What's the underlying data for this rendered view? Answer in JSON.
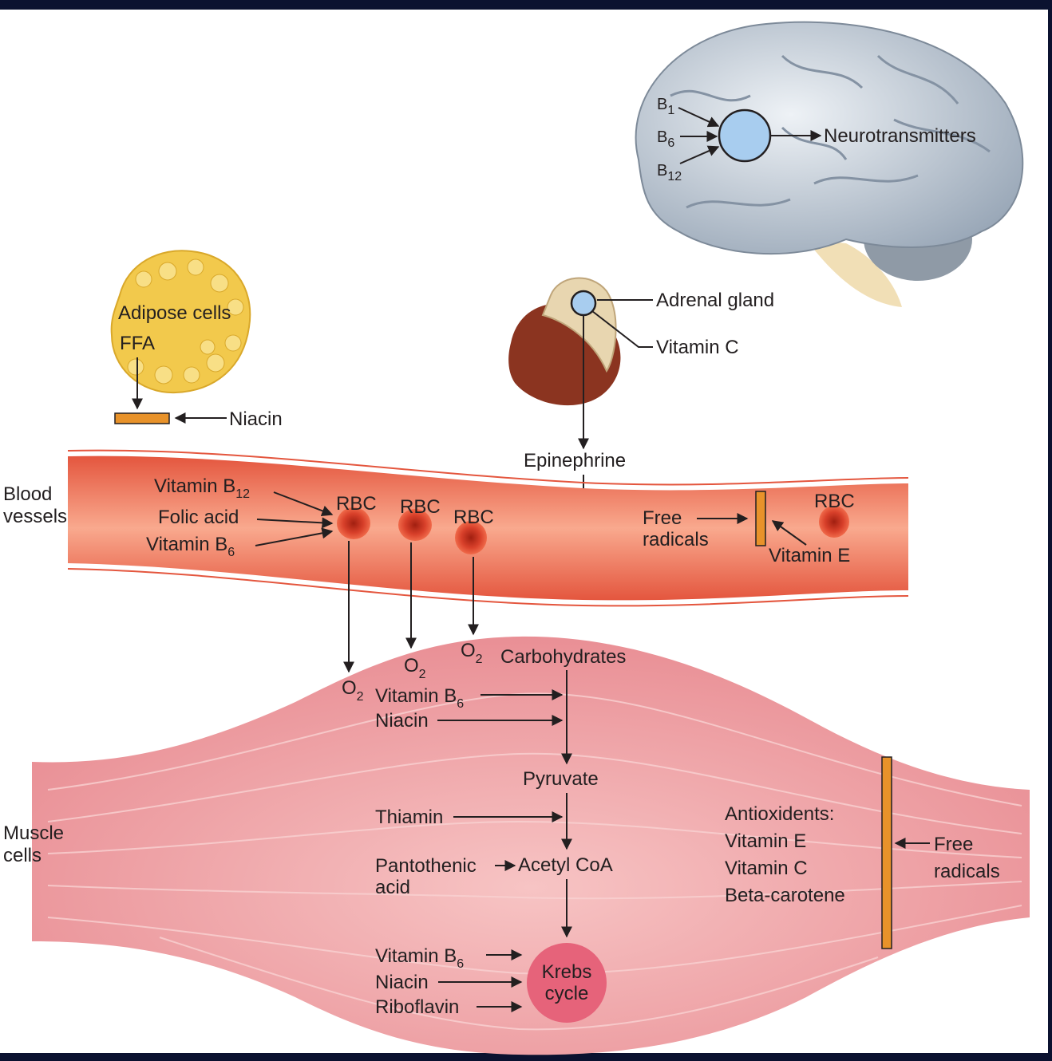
{
  "brain": {
    "vitamins": [
      {
        "base": "B",
        "sub": "1"
      },
      {
        "base": "B",
        "sub": "6"
      },
      {
        "base": "B",
        "sub": "12"
      }
    ],
    "output": "Neurotransmitters"
  },
  "adipose": {
    "title": "Adipose cells",
    "ffa": "FFA",
    "inhibitor": "Niacin"
  },
  "adrenal": {
    "gland": "Adrenal gland",
    "vitamin": "Vitamin C",
    "hormone": "Epinephrine"
  },
  "blood": {
    "side_label_1": "Blood",
    "side_label_2": "vessels",
    "vit_b12": {
      "base": "Vitamin B",
      "sub": "12"
    },
    "folic": "Folic acid",
    "vit_b6": {
      "base": "Vitamin B",
      "sub": "6"
    },
    "rbc": "RBC",
    "free_1": "Free",
    "free_2": "radicals",
    "vit_e": "Vitamin E"
  },
  "oxygen": {
    "base": "O",
    "sub": "2"
  },
  "muscle": {
    "side_label_1": "Muscle",
    "side_label_2": "cells",
    "carbs": "Carbohydrates",
    "vit_b6": {
      "base": "Vitamin B",
      "sub": "6"
    },
    "niacin": "Niacin",
    "pyruvate": "Pyruvate",
    "thiamin": "Thiamin",
    "pantothenic_1": "Pantothenic",
    "pantothenic_2": "acid",
    "acetyl": "Acetyl CoA",
    "krebs_vit_b6": {
      "base": "Vitamin B",
      "sub": "6"
    },
    "krebs_niacin": "Niacin",
    "riboflavin": "Riboflavin",
    "krebs_1": "Krebs",
    "krebs_2": "cycle",
    "antiox_title": "Antioxidents:",
    "antiox_1": "Vitamin E",
    "antiox_2": "Vitamin C",
    "antiox_3": "Beta-carotene",
    "free_1": "Free",
    "free_2": "radicals"
  },
  "colors": {
    "border": "#0b1230",
    "vessel": "#f28a6c",
    "vessel_edge": "#e4563e",
    "muscle": "#f2a7a9",
    "rbc": "#d8402a",
    "node_blue": "#a8cdef",
    "bar_orange": "#e8922a",
    "krebs": "#e6637a",
    "brain": "#cdd6e0",
    "adipose": "#f2c94c"
  }
}
